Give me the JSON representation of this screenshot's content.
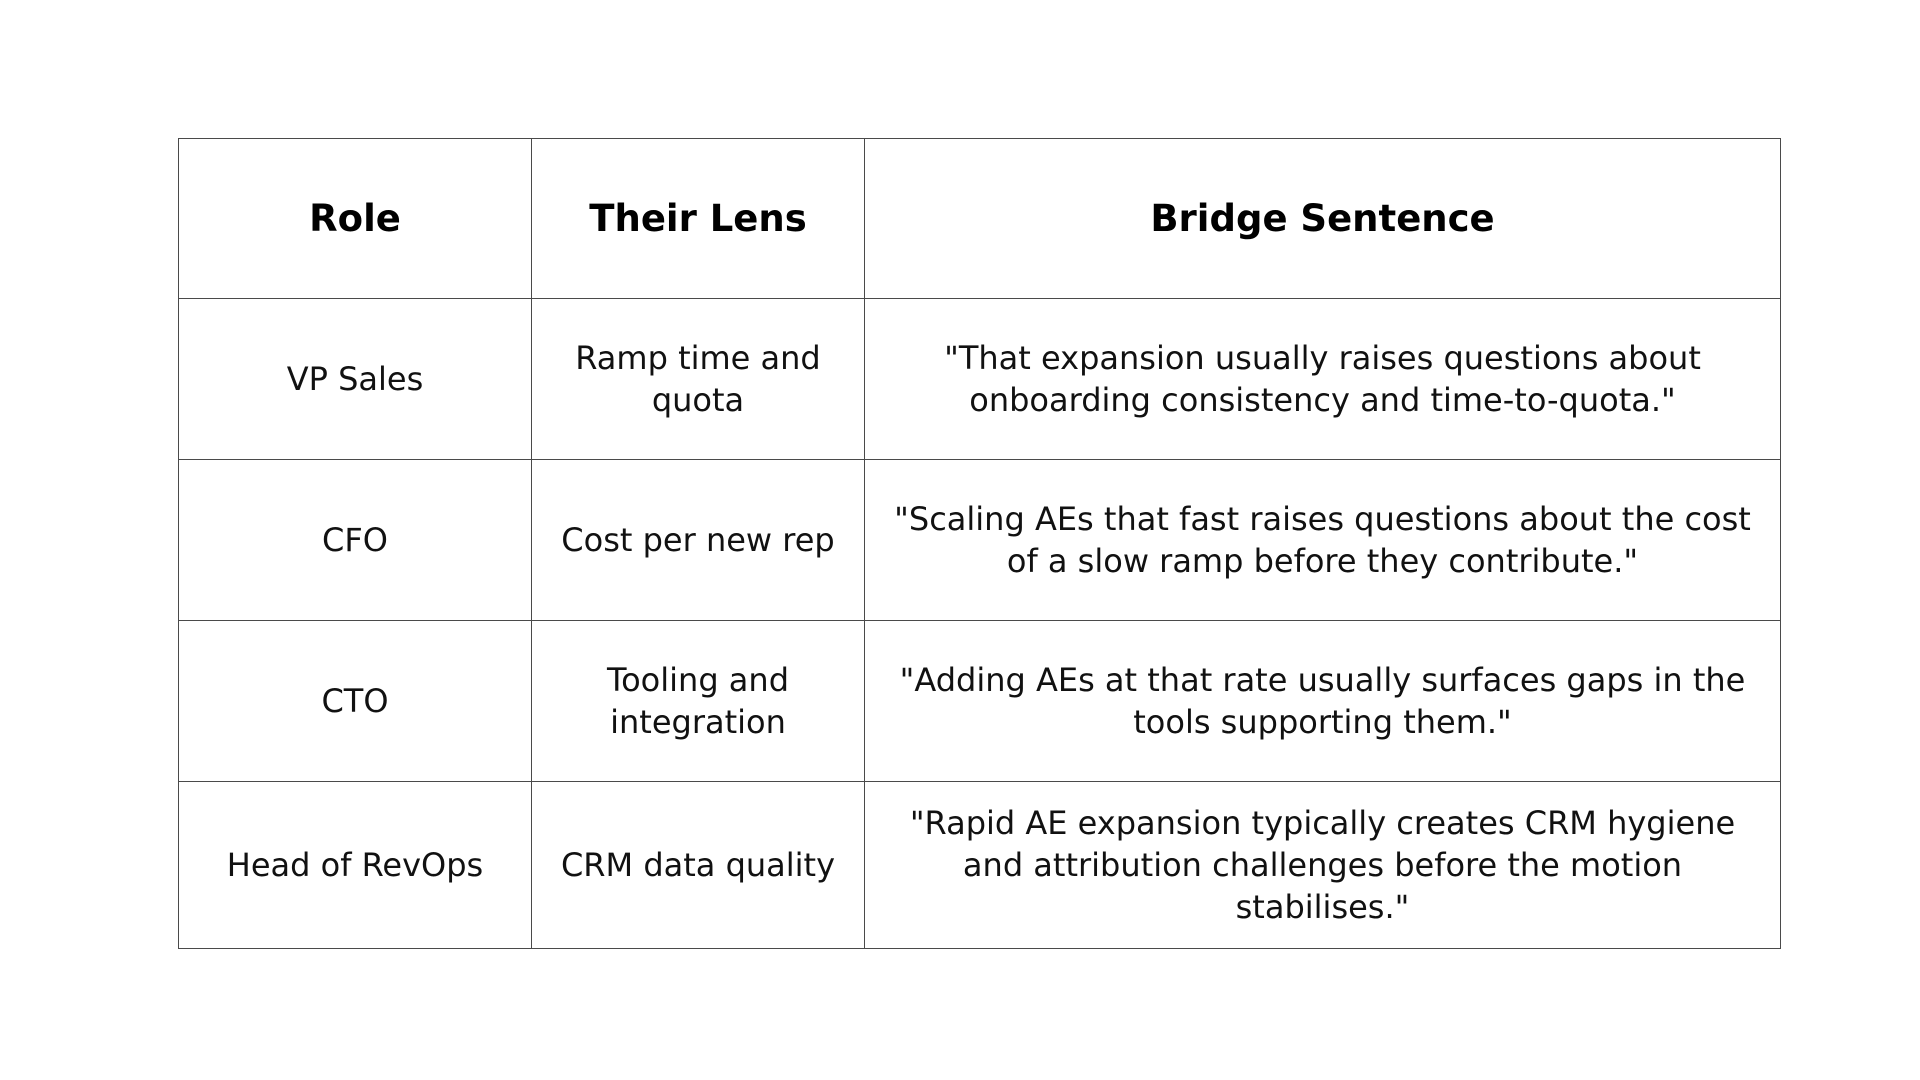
{
  "table": {
    "headers": [
      "Role",
      "Their Lens",
      "Bridge Sentence"
    ],
    "rows": [
      {
        "role": "VP Sales",
        "lens": "Ramp time and quota",
        "bridge": "\"That expansion usually raises questions about onboarding consistency and time-to-quota.\""
      },
      {
        "role": "CFO",
        "lens": "Cost per new rep",
        "bridge": "\"Scaling AEs that fast raises questions about the cost of a slow ramp before they contribute.\""
      },
      {
        "role": "CTO",
        "lens": "Tooling and integration",
        "bridge": "\"Adding AEs at that rate usually surfaces gaps in the tools supporting them.\""
      },
      {
        "role": "Head of RevOps",
        "lens": "CRM data quality",
        "bridge": "\"Rapid AE expansion typically creates CRM hygiene and attribution challenges before the motion stabilises.\""
      }
    ]
  }
}
